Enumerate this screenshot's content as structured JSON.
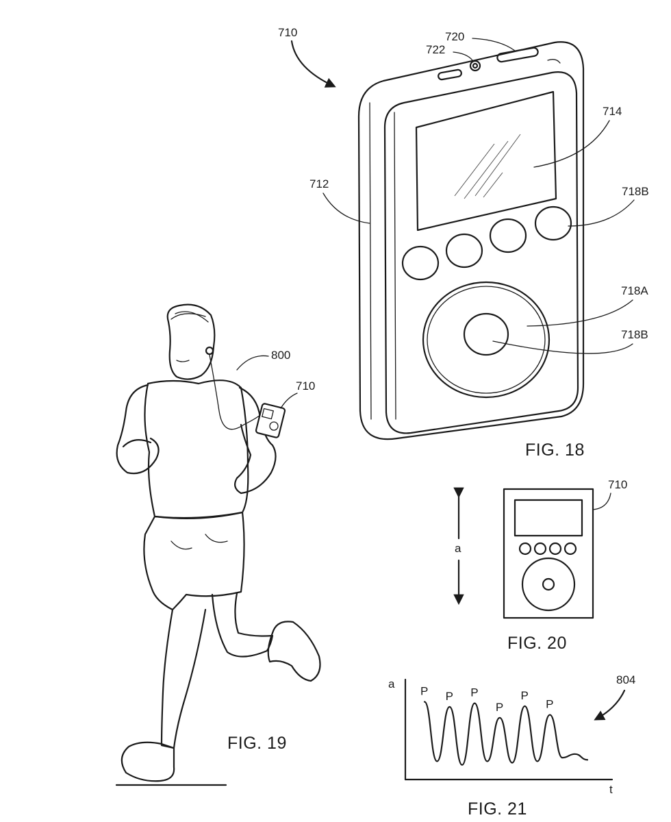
{
  "figures": {
    "fig18": "FIG. 18",
    "fig19": "FIG. 19",
    "fig20": "FIG. 20",
    "fig21": "FIG. 21"
  },
  "refs": {
    "r710_top": "710",
    "r720": "720",
    "r722": "722",
    "r714": "714",
    "r712": "712",
    "r718b_upper": "718B",
    "r718a": "718A",
    "r718b_lower": "718B",
    "r800": "800",
    "r710_runner": "710",
    "r710_small": "710",
    "r804": "804"
  },
  "fig20_axis_label": "a",
  "chart_data": {
    "type": "line",
    "xlabel": "t",
    "ylabel": "a",
    "peak_label": "P",
    "peaks": [
      "P",
      "P",
      "P",
      "P",
      "P",
      "P"
    ],
    "x": [
      0,
      1,
      2,
      3,
      4,
      5,
      6,
      7,
      8,
      9,
      10,
      11,
      12,
      13
    ],
    "series": [
      {
        "values": [
          0.92,
          0.1,
          0.85,
          0.05,
          0.9,
          0.1,
          0.7,
          0.08,
          0.86,
          0.1,
          0.74,
          0.15,
          0.2,
          0.12
        ]
      }
    ]
  }
}
